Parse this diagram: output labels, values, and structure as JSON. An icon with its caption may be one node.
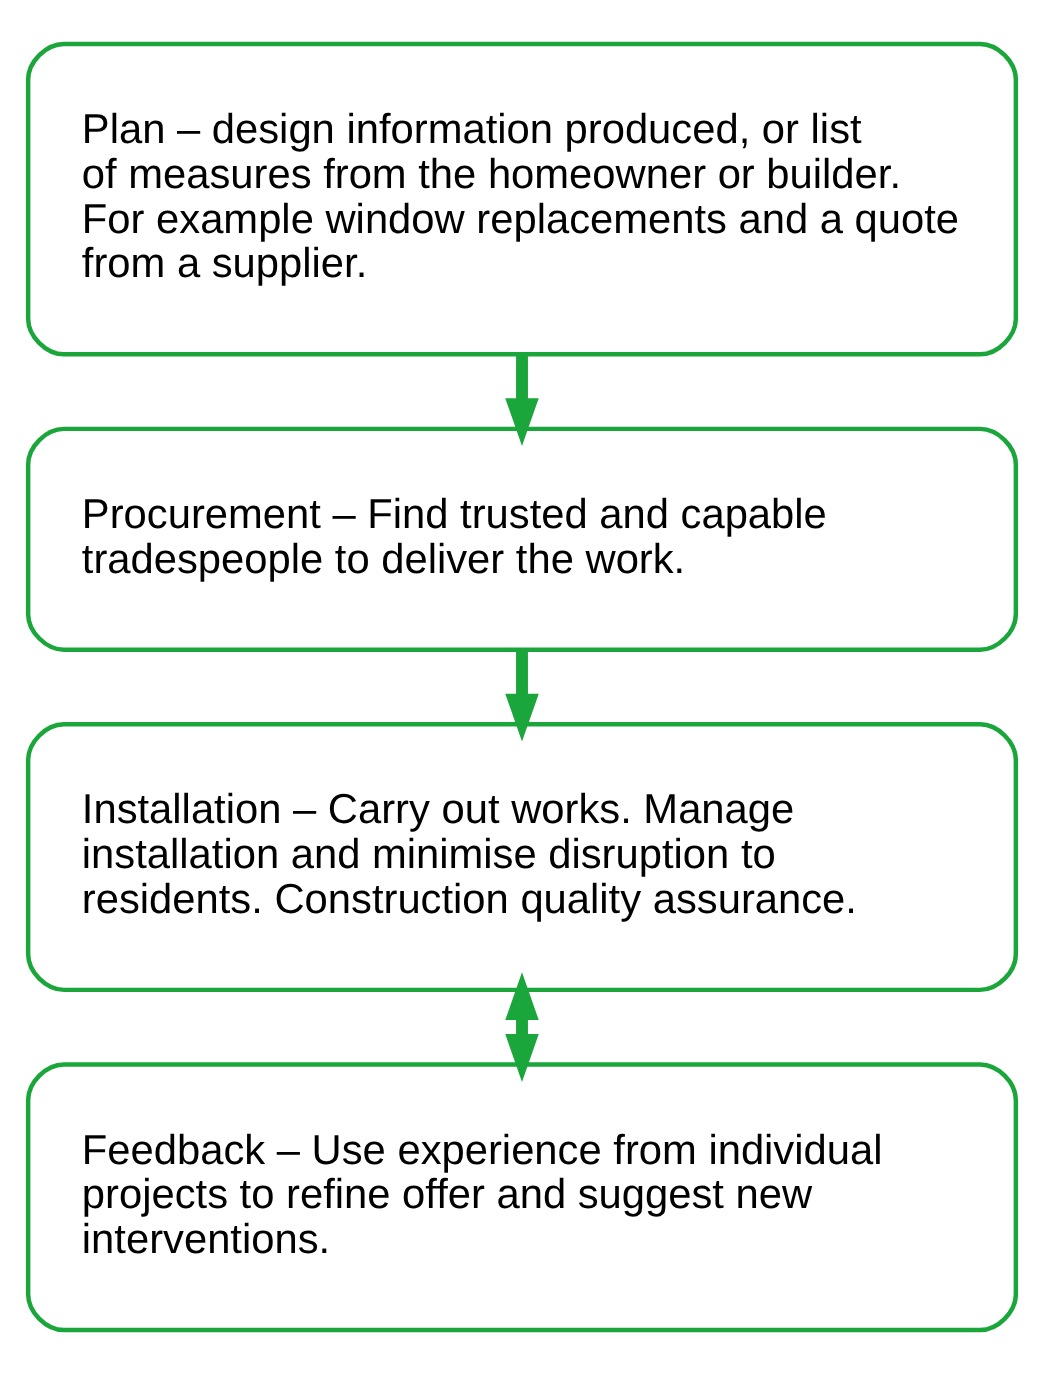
{
  "diagram": {
    "nodes": [
      {
        "text": [
          "Plan – design information produced, or list of measures from the homeowner or builder. For example window replacements and a quote from a supplier."
        ]
      },
      {
        "text": [
          "Procurement – Find trusted and capable tradespeople to deliver the work."
        ]
      },
      {
        "text": [
          "Installation – Carry out works. Manage installation and minimise disruption to residents. Construction quality assurance."
        ]
      },
      {
        "text": [
          "Feedback – Use experience from individual projects to refine offer and suggest new interventions."
        ]
      }
    ],
    "edges": [
      {
        "from": 0,
        "to": 1,
        "arrow": "to"
      },
      {
        "from": 1,
        "to": 2,
        "arrow": "to"
      },
      {
        "from": 2,
        "to": 3,
        "arrow": "both"
      }
    ]
  }
}
